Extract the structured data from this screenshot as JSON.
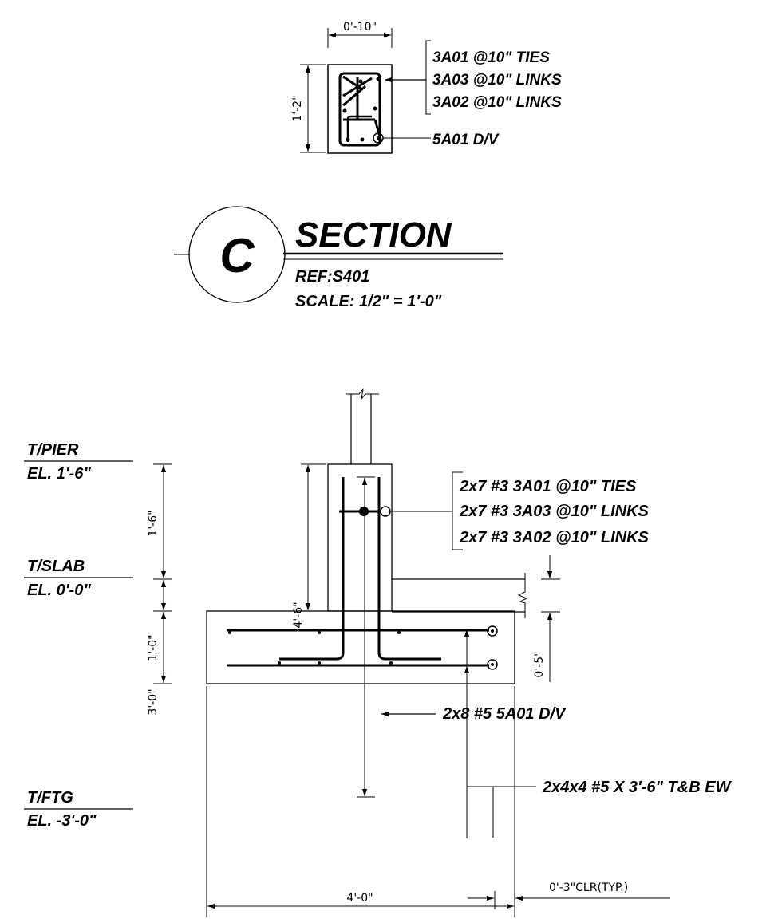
{
  "colors": {
    "ink": "#000000",
    "paper": "#ffffff"
  },
  "section": {
    "width_dim": "0'-10\"",
    "height_dim": "1'-2\"",
    "callouts": [
      "3A01 @10\" TIES",
      "3A03 @10\" LINKS",
      "3A02 @10\" LINKS",
      "5A01  D/V"
    ]
  },
  "title": {
    "marker": "C",
    "name": "SECTION",
    "ref": "REF:S401",
    "scale": "SCALE: 1/2\" = 1'-0\""
  },
  "elevation": {
    "levels": [
      {
        "name": "T/PIER",
        "el": "EL. 1'-6\""
      },
      {
        "name": "T/SLAB",
        "el": "EL. 0'-0\""
      },
      {
        "name": "T/FTG",
        "el": "EL. -3'-0\""
      }
    ],
    "dims": {
      "pier_height": "1'-6\"",
      "wall_height": "3'-0\"",
      "footing_depth": "1'-0\"",
      "bar_length": "4'-6\"",
      "slab_thickness": "0'-5\"",
      "footing_width": "4'-0\"",
      "clear_cover": "0'-3\"CLR(TYP.)"
    },
    "tie_callouts": [
      "2x7 #3 3A01 @10\" TIES",
      "2x7 #3 3A03 @10\" LINKS",
      "2x7 #3 3A02 @10\" LINKS"
    ],
    "dowel_callout": "2x8 #5 5A01  D/V",
    "footing_bar_callout": "2x4x4 #5 X 3'-6\"  T&B EW"
  }
}
